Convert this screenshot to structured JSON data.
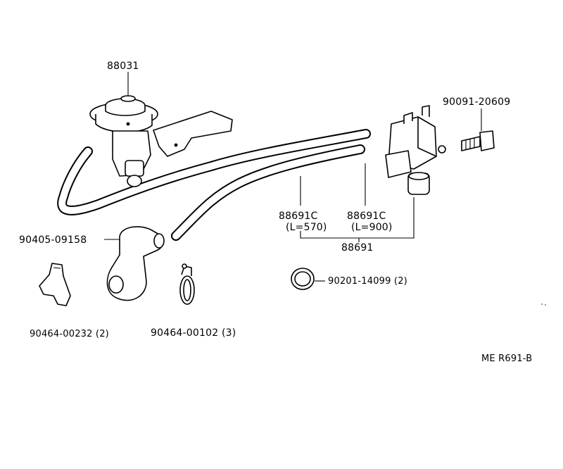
{
  "labels": {
    "egr_valve": "88031",
    "bolt": "90091-20609",
    "hose_l570": "88691C",
    "hose_l570_length": "(L=570)",
    "hose_l900": "88691C",
    "hose_l900_length": "(L=900)",
    "hose_assy": "88691",
    "hose_fitting": "90405-09158",
    "bracket_clip": "90464-00232 (2)",
    "hose_clamp": "90464-00102 (3)",
    "gasket_ring": "90201-14099 (2)",
    "diagram_code": "ME R691-B"
  }
}
